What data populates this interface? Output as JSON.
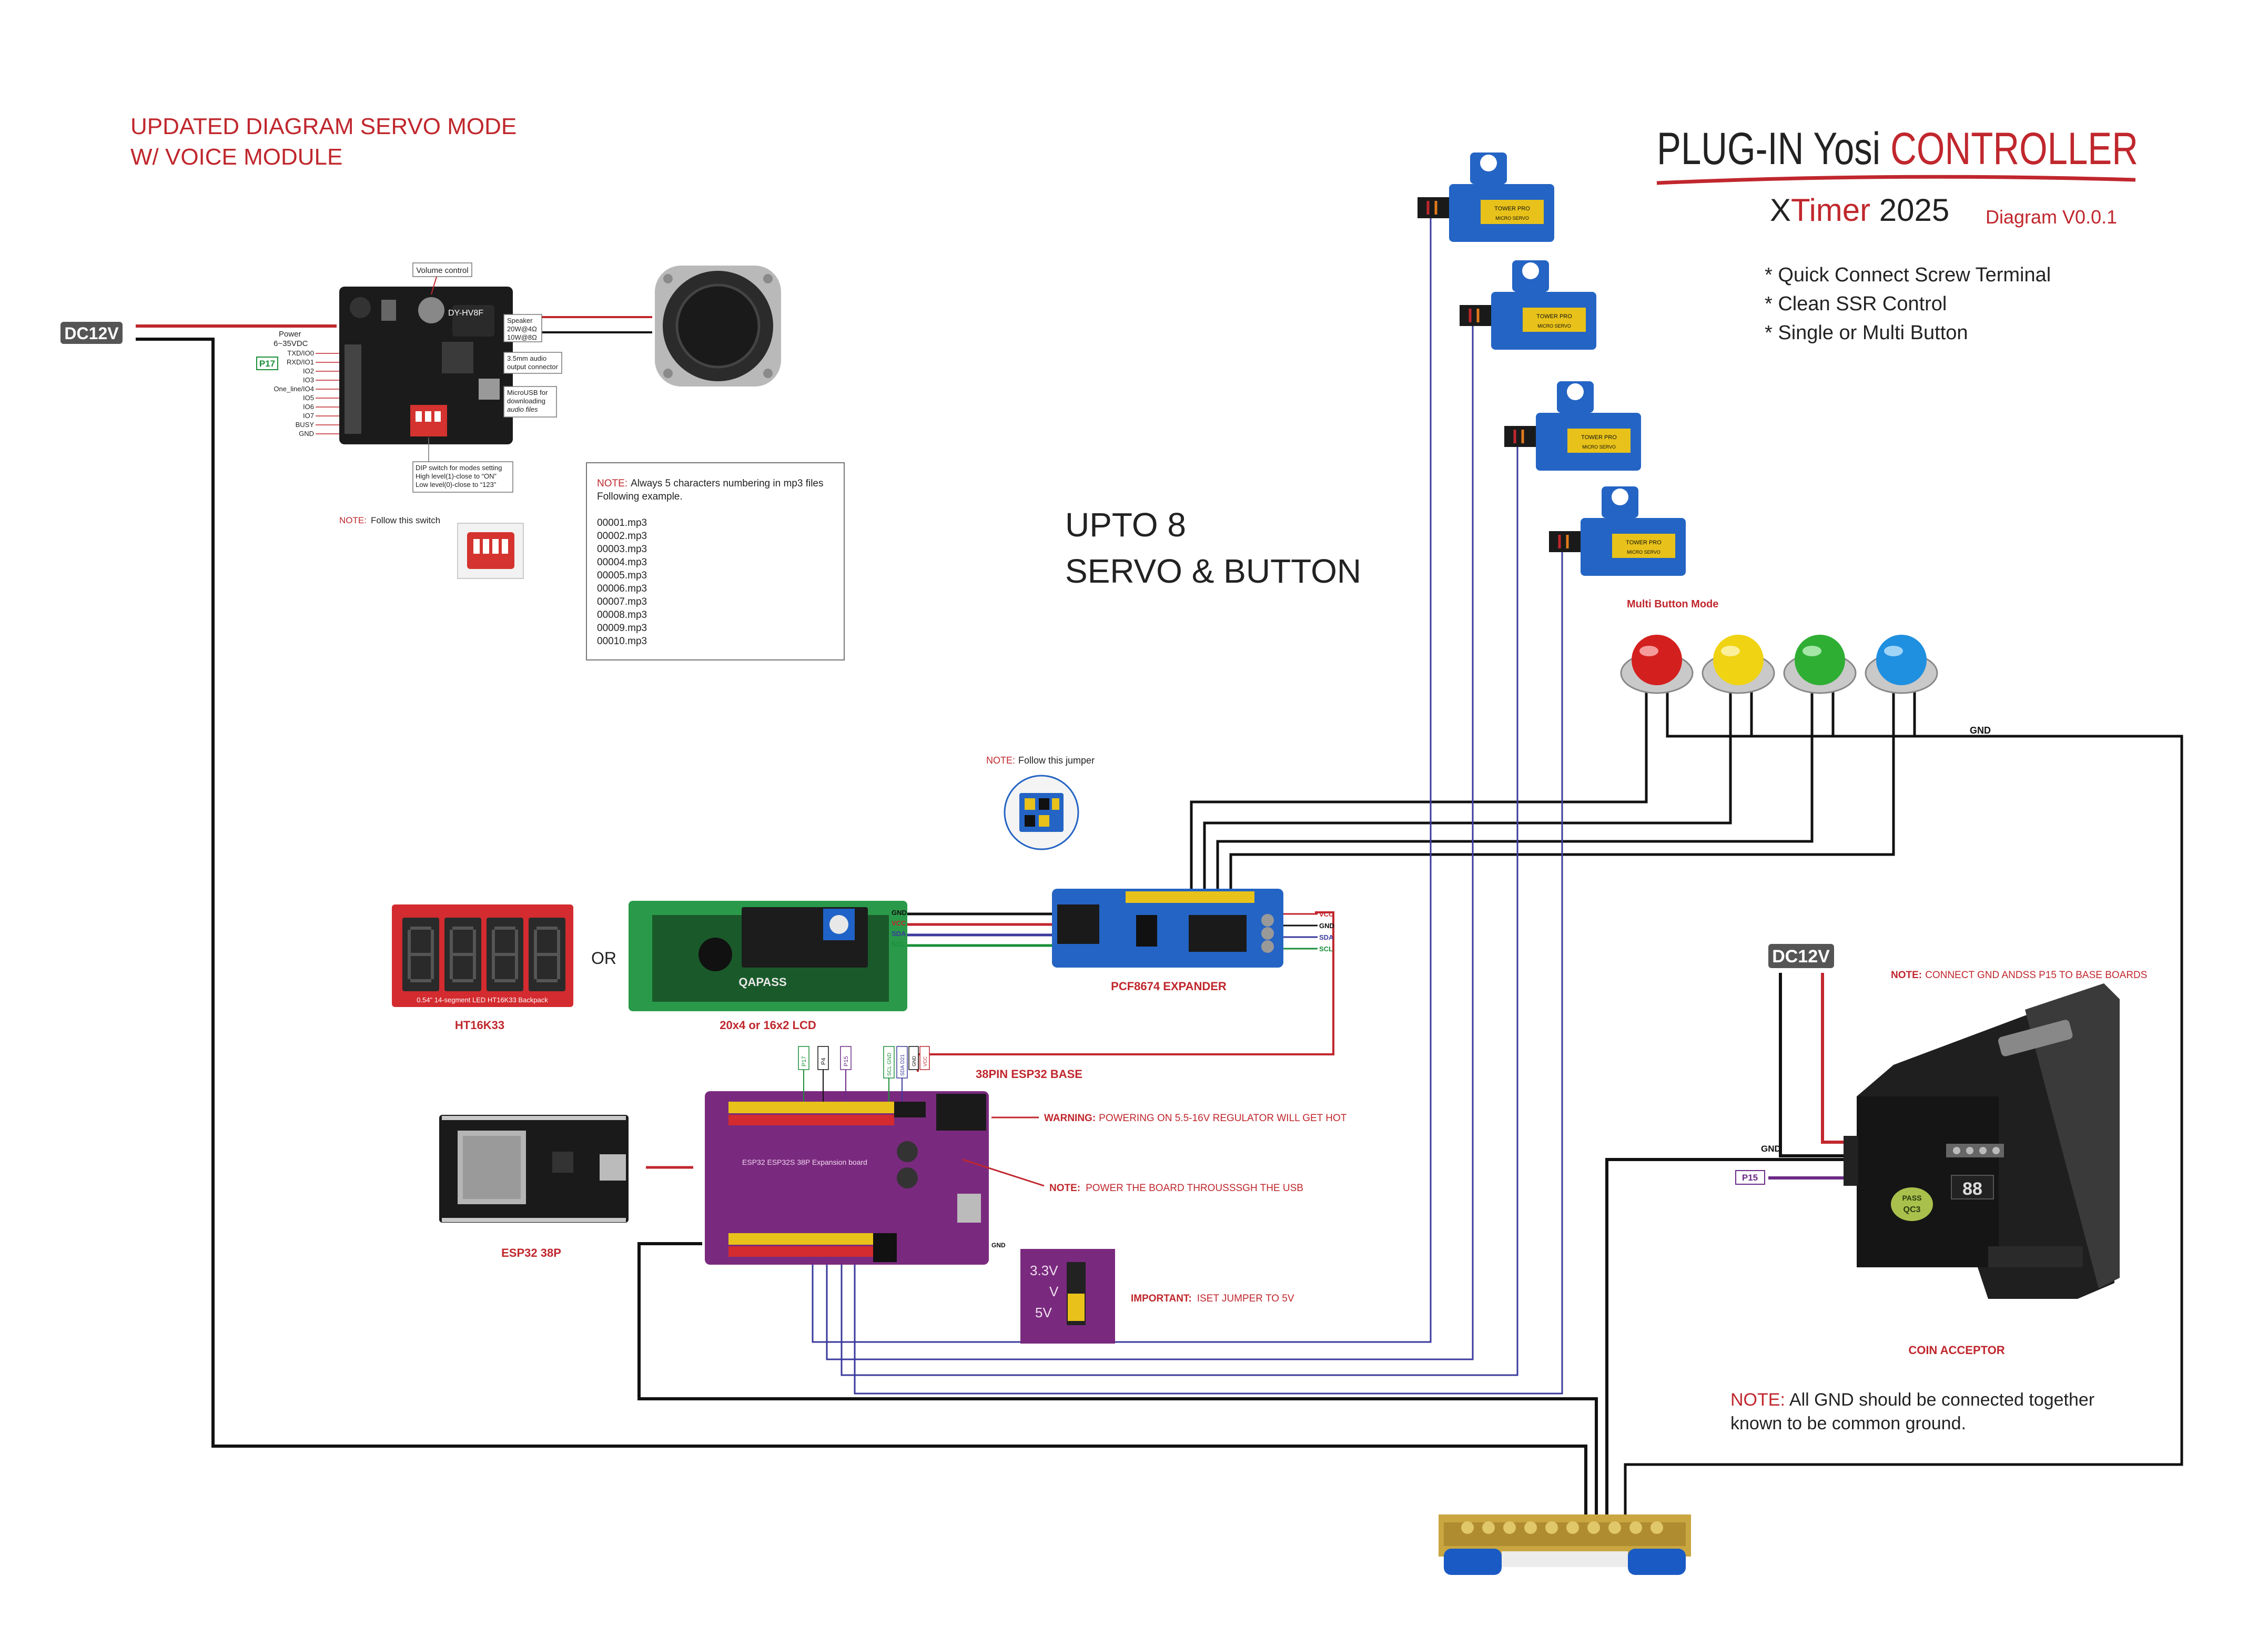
{
  "header": {
    "line1": "UPDATED DIAGRAM SERVO MODE",
    "line2": "W/ VOICE MODULE",
    "title_a": "PLUG-IN Yosi ",
    "title_b": "CONTROLLER",
    "sub_a": "X",
    "sub_b": "Timer",
    "sub_c": " 2025",
    "version": "Diagram V0.0.1"
  },
  "features": [
    "* Quick Connect Screw Terminal",
    "* Clean SSR Control",
    "* Single or Multi Button"
  ],
  "voice": {
    "volume": "Volume control",
    "chip": "DY-HV8F",
    "power": [
      "Power",
      "6~35VDC"
    ],
    "pins": [
      "TXD/IO0",
      "RXD/IO1",
      "IO2",
      "IO3",
      "One_line/IO4",
      "IO5",
      "IO6",
      "IO7",
      "BUSY",
      "GND"
    ],
    "p17": "P17",
    "speaker": [
      "Speaker",
      "20W@4Ω",
      "10W@8Ω"
    ],
    "audio_out": [
      "3.5mm audio",
      "output connector"
    ],
    "usb": [
      "MicroUSB for",
      "downloading",
      "audio files"
    ],
    "dip": [
      "DIP switch for modes setting",
      "High level(1)-close to “ON”",
      "Low level(0)-close to “123”"
    ],
    "note_label": "NOTE:",
    "note_text": "Follow this switch"
  },
  "dc_left": "DC12V",
  "dc_right": "DC12V",
  "mp3_note": {
    "label": "NOTE:",
    "text": "Always 5 characters numbering in mp3 files",
    "text2": "Following example.",
    "files": [
      "00001.mp3",
      "00002.mp3",
      "00003.mp3",
      "00004.mp3",
      "00005.mp3",
      "00006.mp3",
      "00007.mp3",
      "00008.mp3",
      "00009.mp3",
      "00010.mp3"
    ]
  },
  "upto": [
    "UPTO 8",
    "SERVO  & BUTTON"
  ],
  "multi_button": "Multi Button Mode",
  "gnd": "GND",
  "servo_brand": [
    "TOWER PRO",
    "MICRO SERVO"
  ],
  "jumper_note": {
    "label": "NOTE:",
    "text": "Follow this jumper"
  },
  "lcd_pins": [
    "GND",
    "VCC",
    "SDA",
    "SCL"
  ],
  "pcf_pins": [
    "VCC",
    "GND",
    "SDA",
    "SCL"
  ],
  "pcf_label": "PCF8674 EXPANDER",
  "ht_label": "HT16K33",
  "ht_text": "0.54\" 14-segment LED HT16K33 Backpack",
  "or": "OR",
  "lcd_label": "20x4 or 16x2 LCD",
  "lcd_brand": "QAPASS",
  "esp_label": "ESP32 38P",
  "base_label": "38PIN ESP32 BASE",
  "base_board_text": "ESP32 ESP32S 38P Expansion board",
  "base_tags": [
    "P17",
    "P4",
    "P15",
    "SCL GND",
    "SDA D21",
    "GND",
    "VCC"
  ],
  "warning": {
    "label": "WARNING:",
    "text": "POWERING ON 5.5-16V REGULATOR WILL GET HOT"
  },
  "note_usb": {
    "label": "NOTE:",
    "text": "POWER THE BOARD THROUSSSGH THE USB"
  },
  "important": {
    "label": "IMPORTANT:",
    "text": "ISET JUMPER TO 5V"
  },
  "jumper_opts": [
    "3.3V",
    "V",
    "5V"
  ],
  "coin": {
    "note_label": "NOTE:",
    "note_text": "CONNECT GND ANDSS P15 TO BASE BOARDS",
    "gnd": "GND",
    "p15": "P15",
    "label": "COIN ACCEPTOR",
    "display": "88",
    "sticker": [
      "PASS",
      "QC3"
    ]
  },
  "common": {
    "label": "NOTE:",
    "text": "All GND should be connected together",
    "text2": "known to be common ground."
  },
  "colors": {
    "accent_red": "#c0272d",
    "wire_blue": "#3a3a9e",
    "wire_green": "#1a8f3a",
    "board_purple": "#7a2a7e"
  }
}
